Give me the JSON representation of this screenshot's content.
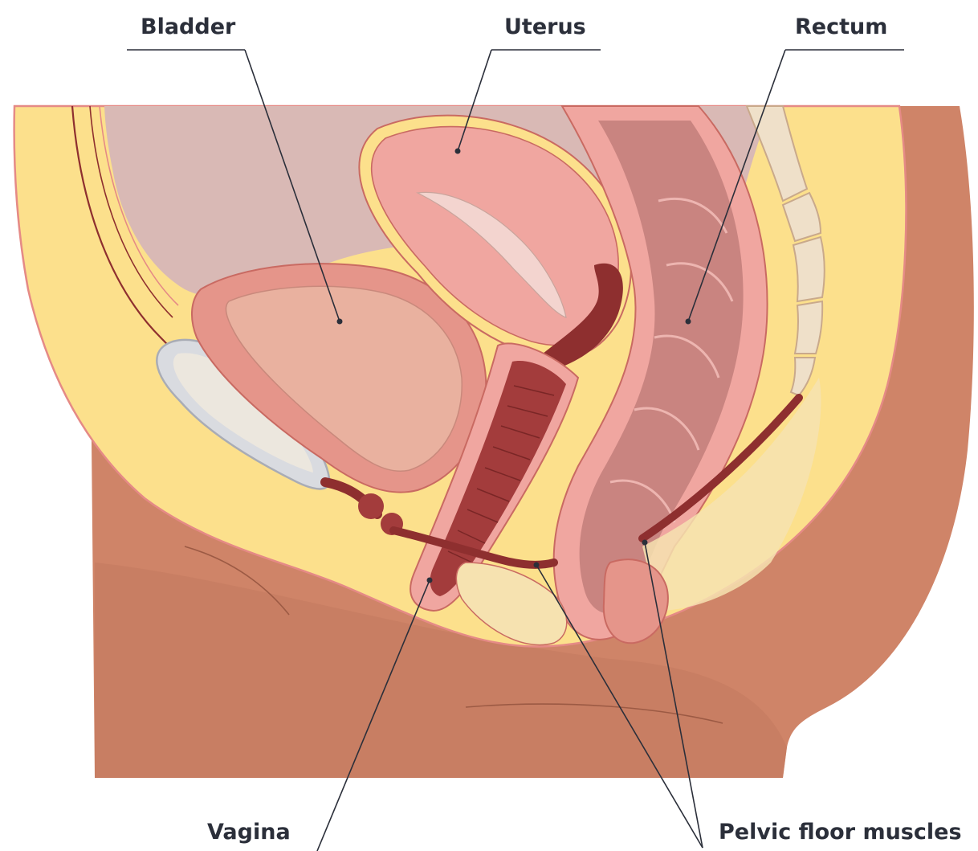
{
  "labels": {
    "bladder": "Bladder",
    "uterus": "Uterus",
    "rectum": "Rectum",
    "vagina": "Vagina",
    "pelvic_floor": "Pelvic floor muscles"
  },
  "colors": {
    "fat": "#fce08c",
    "skin": "#cf8468",
    "skin_dark": "#b86e55",
    "cavity": "#d9b9b5",
    "pink": "#f0a6a0",
    "pink_light": "#f6c2bd",
    "tissue": "#e5958a",
    "muscle": "#8e2f2f",
    "vagina": "#a33c3c",
    "bone": "#efe0c9",
    "pubic": "#d9dbe0",
    "ink": "#2b2f3a"
  }
}
